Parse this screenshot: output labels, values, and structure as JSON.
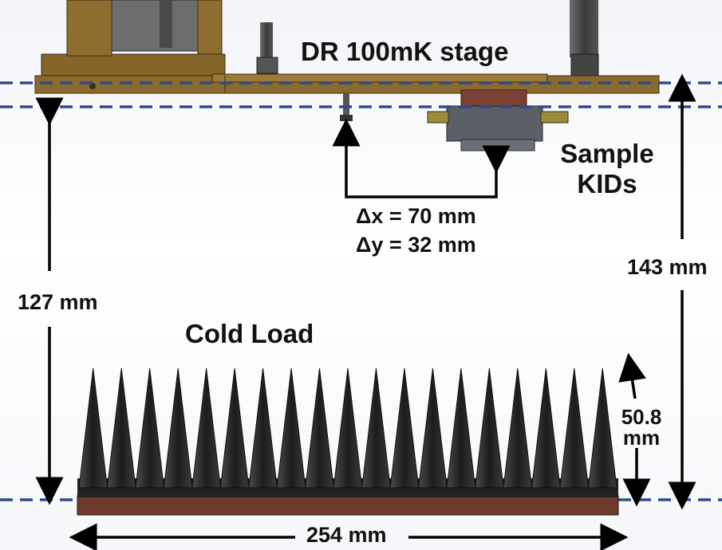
{
  "labels": {
    "stage": "DR 100mK stage",
    "sample_line1": "Sample",
    "sample_line2": "KIDs",
    "dx": "Δx = 70 mm",
    "dy": "Δy = 32 mm",
    "cold_load": "Cold Load",
    "height_left": "127 mm",
    "height_right": "143 mm",
    "cone_height_line1": "50.8",
    "cone_height_line2": "mm",
    "width_bottom": "254 mm"
  },
  "colors": {
    "dashed_line": "#2d4a8c",
    "stage_plate": "#8a6a2e",
    "cones": "#2a2a2a",
    "load_base": "#6e3b2b",
    "kid_holder": "#7b3f33",
    "kid_box": "#5b5f66"
  },
  "cold_load": {
    "cone_count": 19
  }
}
